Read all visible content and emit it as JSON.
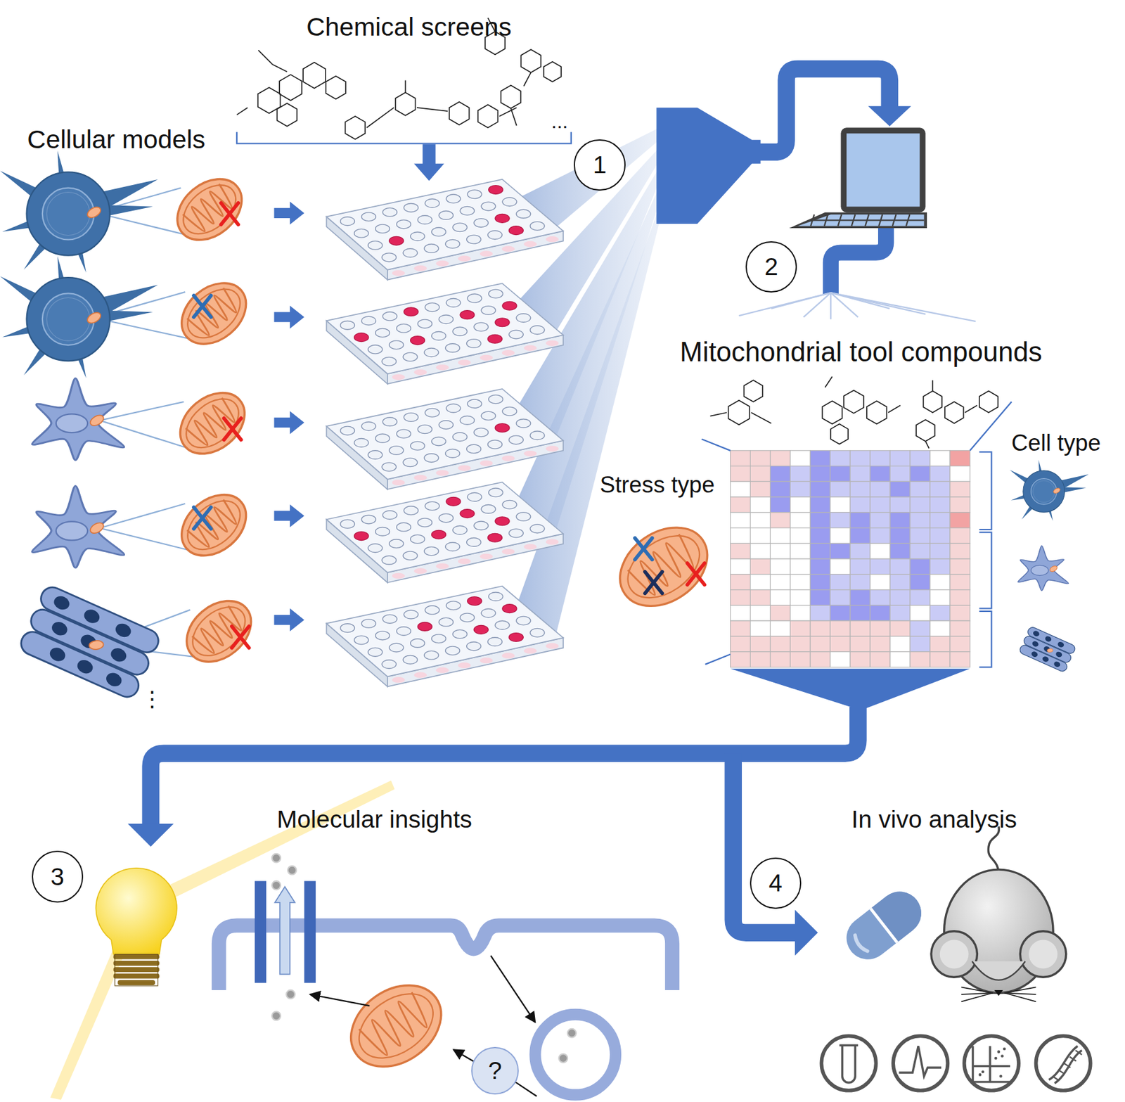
{
  "diagram": {
    "nodes": [
      {
        "text": [
          "1"
        ]
      },
      {
        "text": [
          "2"
        ]
      },
      {
        "text": [
          "3"
        ]
      },
      {
        "text": [
          "4"
        ]
      },
      {
        "text": [
          "?"
        ]
      }
    ],
    "labels": [
      "Chemical screens",
      "...",
      "Cellular models",
      "⋮",
      "Mitochondrial tool compounds",
      "Stress type",
      "Cell type",
      "Molecular insights",
      "In vivo analysis"
    ]
  }
}
